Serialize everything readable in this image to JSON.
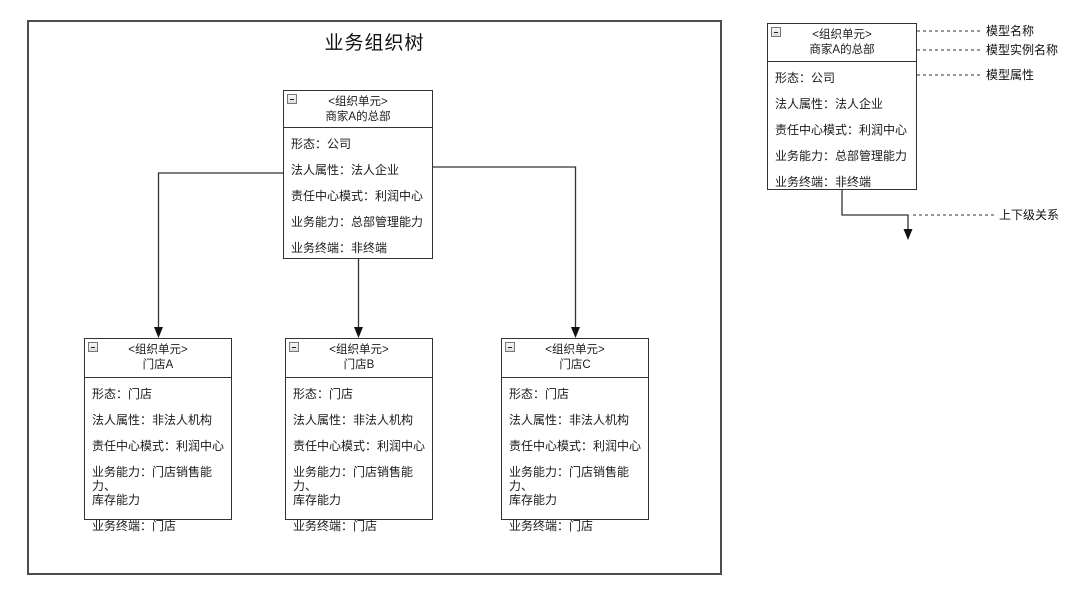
{
  "diagram": {
    "title": "业务组织树"
  },
  "nodes": [
    {
      "type": "<组织单元>",
      "name": "商家A的总部",
      "attrs": [
        "形态：公司",
        "法人属性：法人企业",
        "责任中心模式：利润中心",
        "业务能力：总部管理能力",
        "业务终端：非终端"
      ]
    },
    {
      "type": "<组织单元>",
      "name": "门店A",
      "attrs": [
        "形态：门店",
        "法人属性：非法人机构",
        "责任中心模式：利润中心",
        "业务能力：门店销售能力、\n库存能力",
        "业务终端：门店"
      ]
    },
    {
      "type": "<组织单元>",
      "name": "门店B",
      "attrs": [
        "形态：门店",
        "法人属性：非法人机构",
        "责任中心模式：利润中心",
        "业务能力：门店销售能力、\n库存能力",
        "业务终端：门店"
      ]
    },
    {
      "type": "<组织单元>",
      "name": "门店C",
      "attrs": [
        "形态：门店",
        "法人属性：非法人机构",
        "责任中心模式：利润中心",
        "业务能力：门店销售能力、\n库存能力",
        "业务终端：门店"
      ]
    }
  ],
  "legend": {
    "labels": {
      "model_name": "模型名称",
      "model_instance_name": "模型实例名称",
      "model_attribute": "模型属性",
      "hierarchy_relation": "上下级关系"
    }
  },
  "colors": {
    "background": "#ffffff",
    "outer_border": "#4d4d4d",
    "node_border": "#333333",
    "connector": "#333333",
    "text": "#1a1a1a"
  }
}
